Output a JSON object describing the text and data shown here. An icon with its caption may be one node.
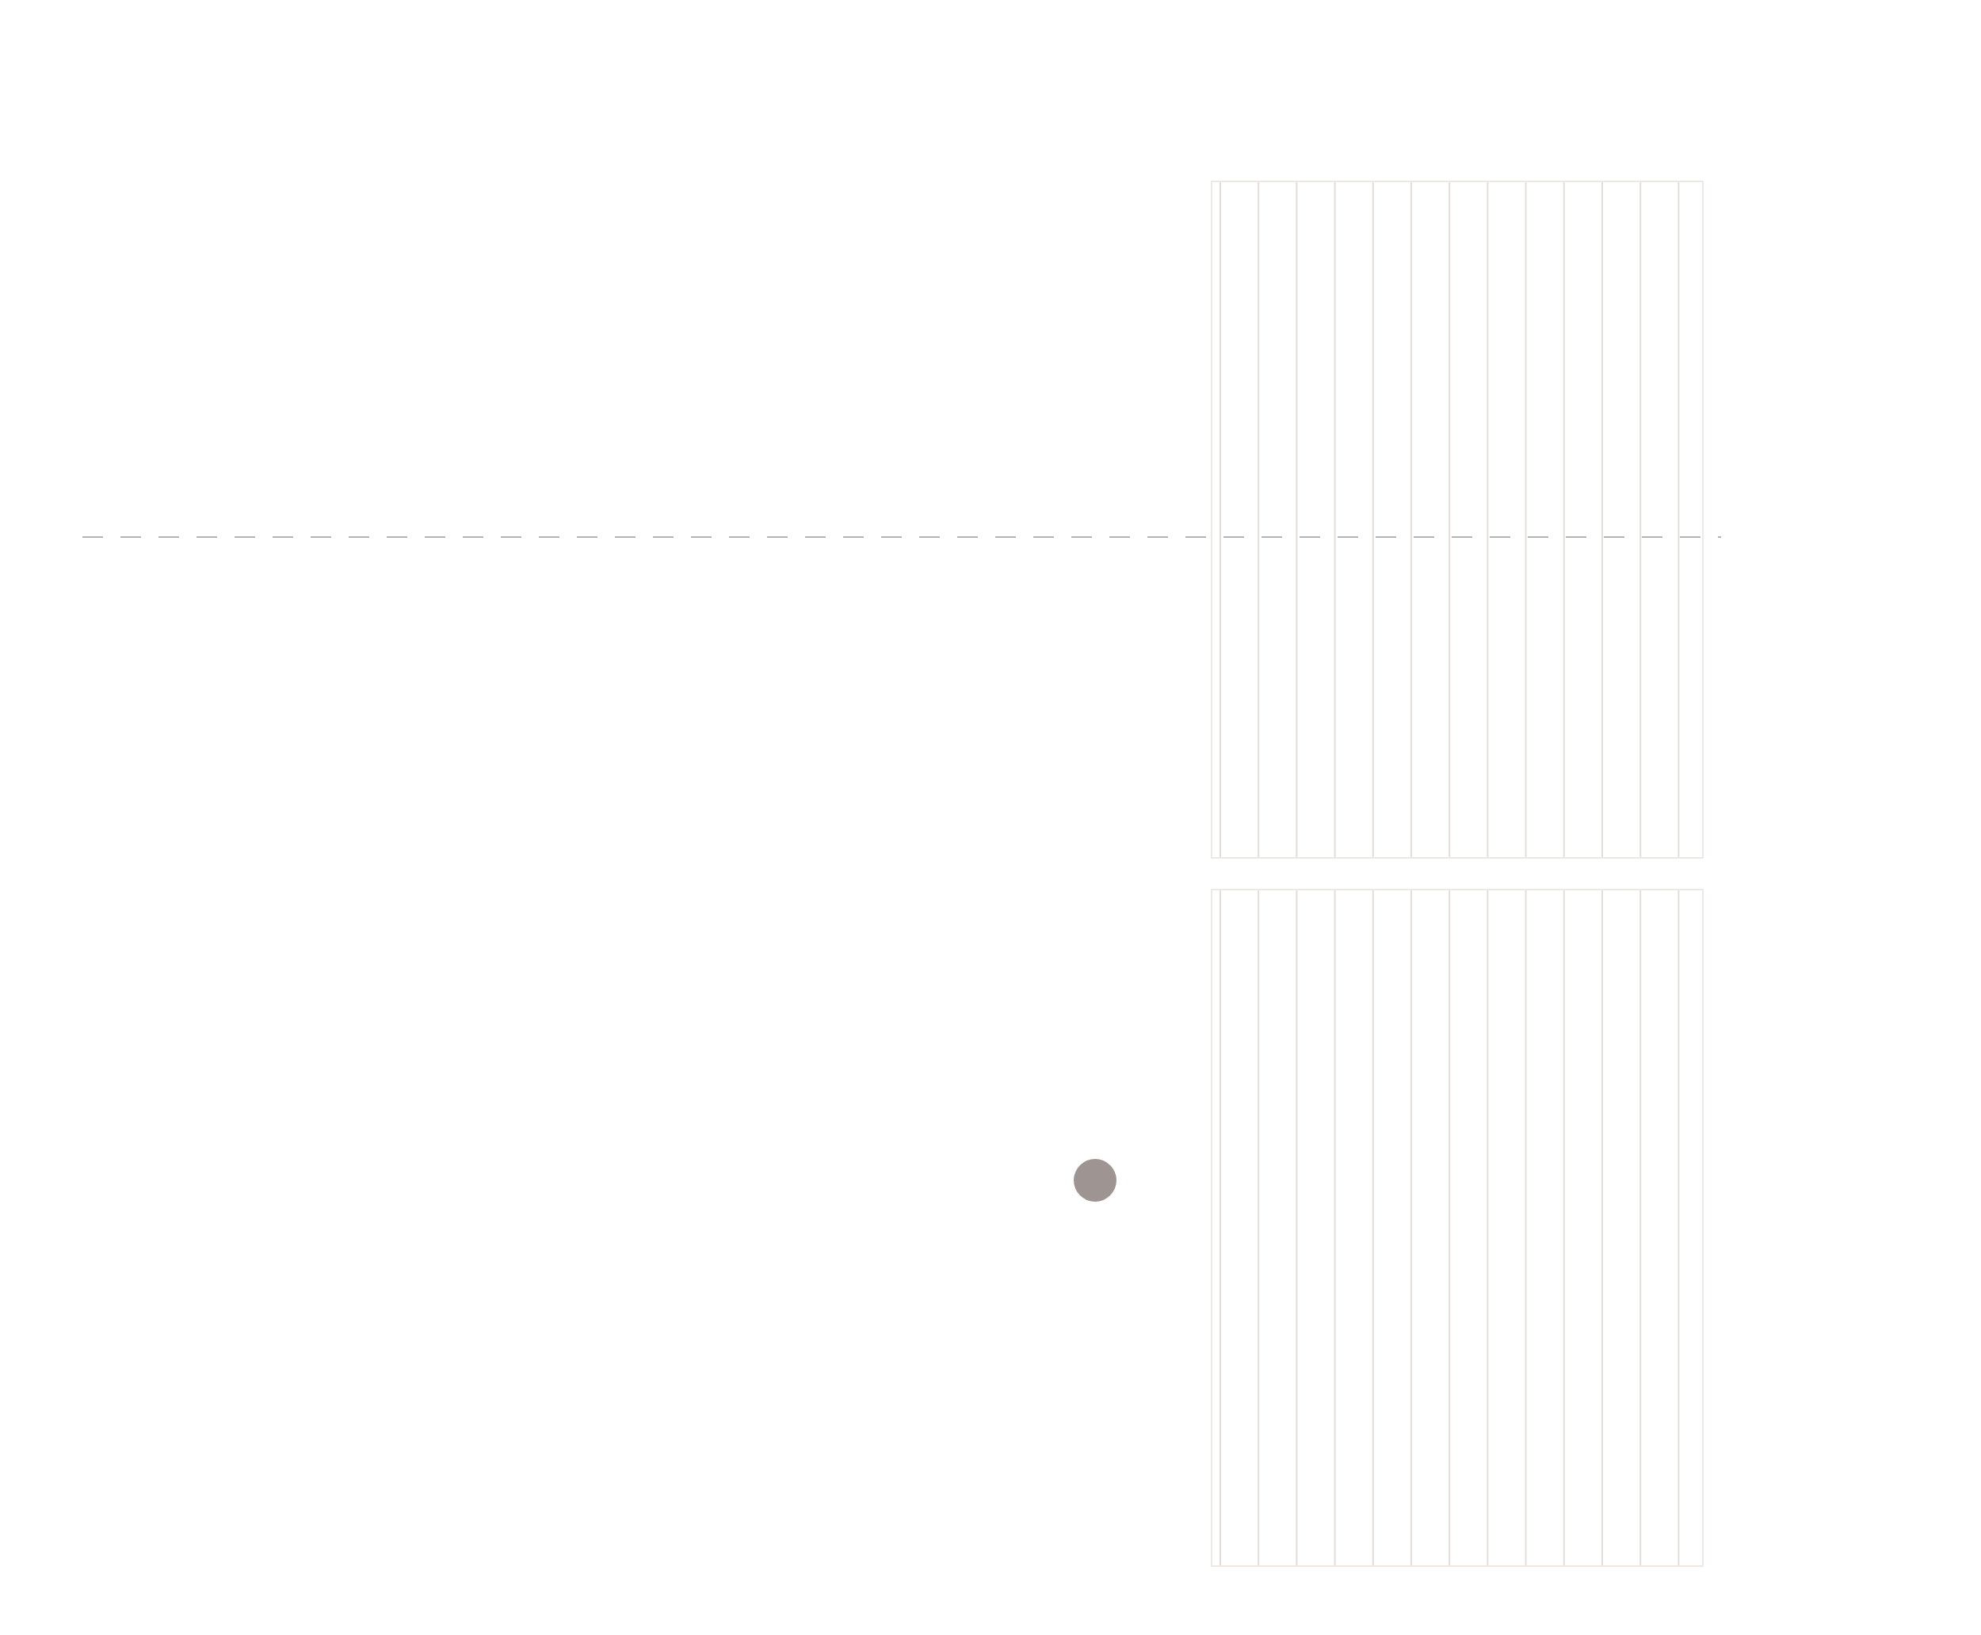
{
  "diagram": {
    "nodes": [
      {
        "text": [],
        "shape": "box"
      },
      {
        "text": [],
        "shape": "box"
      },
      {
        "text": [],
        "shape": "circle"
      }
    ]
  }
}
